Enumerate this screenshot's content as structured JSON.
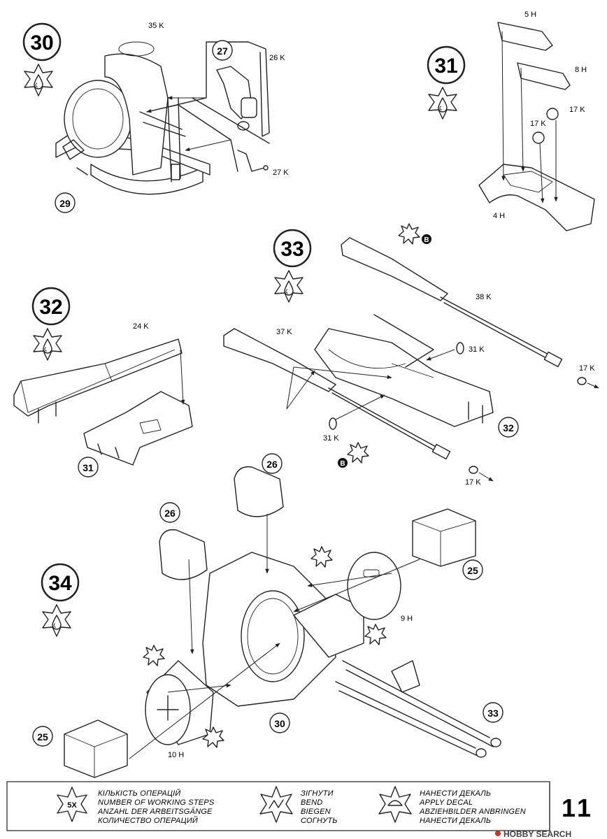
{
  "steps": [
    {
      "number": "30",
      "parts": [
        "35 K",
        "26 K",
        "27 K"
      ],
      "callouts": [
        "27",
        "29"
      ]
    },
    {
      "number": "31",
      "parts": [
        "5 H",
        "8 H",
        "17 K",
        "17 K",
        "4 H"
      ],
      "callouts": []
    },
    {
      "number": "32",
      "parts": [
        "24 K"
      ],
      "callouts": [
        "31"
      ]
    },
    {
      "number": "33",
      "parts": [
        "38 K",
        "37 K",
        "31 K",
        "31 K",
        "17 K",
        "17 K"
      ],
      "callouts": [
        "32"
      ],
      "decal_marks": [
        "B",
        "B"
      ]
    },
    {
      "number": "34",
      "parts": [
        "9 H",
        "10 H"
      ],
      "callouts": [
        "26",
        "26",
        "25",
        "25",
        "30",
        "33"
      ]
    }
  ],
  "legend": {
    "working_steps": {
      "badge": "5X",
      "lines": [
        "КІЛЬКІСТЬ ОПЕРАЦІЙ",
        "NUMBER OF WORKING STEPS",
        "ANZAHL DER ARBEITSGÄNGE",
        "КОЛИЧЕСТВО ОПЕРАЦИЙ"
      ]
    },
    "bend": {
      "lines": [
        "ЗІГНУТИ",
        "BEND",
        "BIEGEN",
        "СОГНУТЬ"
      ]
    },
    "decal": {
      "lines": [
        "НАНЕСТИ ДЕКАЛЬ",
        "APPLY DECAL",
        "ABZIEHBILDER ANBRINGEN",
        "НАНЕСТИ ДЕКАЛЬ"
      ]
    }
  },
  "page_number": "11",
  "watermark": "HOBBY SEARCH",
  "colors": {
    "ink": "#222222",
    "paper": "#ffffff",
    "watermark_red": "#c0392b"
  }
}
